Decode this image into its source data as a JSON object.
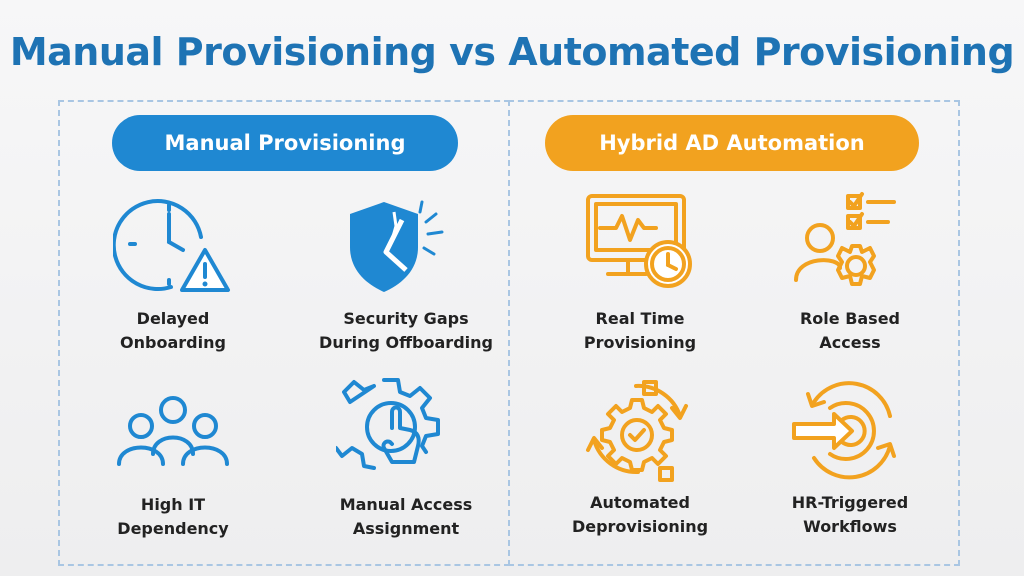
{
  "title": "Manual Provisioning vs Automated Provisioning",
  "colors": {
    "blue": "#1f88d2",
    "orange": "#f2a21f",
    "title": "#1e73b4"
  },
  "left": {
    "header": "Manual Provisioning",
    "items": [
      {
        "icon": "clock-warning-icon",
        "line1": "Delayed",
        "line2": "Onboarding"
      },
      {
        "icon": "broken-shield-icon",
        "line1": "Security Gaps",
        "line2": "During Offboarding"
      },
      {
        "icon": "people-group-icon",
        "line1": "High IT",
        "line2": "Dependency"
      },
      {
        "icon": "gear-hand-icon",
        "line1": "Manual Access",
        "line2": "Assignment"
      }
    ]
  },
  "right": {
    "header": "Hybrid AD Automation",
    "items": [
      {
        "icon": "monitor-clock-icon",
        "line1": "Real Time",
        "line2": "Provisioning"
      },
      {
        "icon": "user-gear-checklist-icon",
        "line1": "Role Based",
        "line2": "Access"
      },
      {
        "icon": "gear-cycle-check-icon",
        "line1": "Automated",
        "line2": "Deprovisioning"
      },
      {
        "icon": "arrow-cycle-icon",
        "line1": "HR-Triggered",
        "line2": "Workflows"
      }
    ]
  }
}
